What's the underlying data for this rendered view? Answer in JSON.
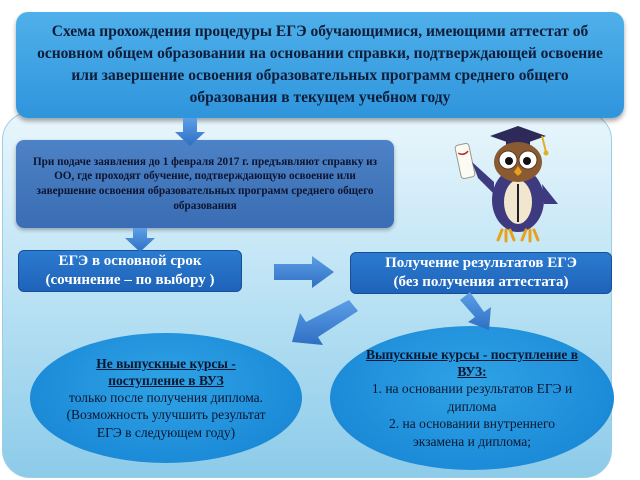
{
  "title": "Схема прохождения процедуры ЕГЭ обучающимися, имеющими аттестат об основном общем образовании на основании справки, подтверждающей освоение или завершение освоения образовательных программ среднего общего образования в текущем учебном году",
  "condition": "При подаче заявления до 1 февраля 2017 г. предъявляют справку из ОО, где проходят обучение, подтверждающую освоение или завершение освоения образовательных программ среднего общего образования",
  "exam": {
    "line1": "ЕГЭ в основной срок",
    "line2": "(сочинение – по выбору )"
  },
  "results": {
    "line1": "Получение результатов ЕГЭ",
    "line2": "(без получения аттестата)"
  },
  "non_graduate": {
    "heading": "Не выпускные курсы - поступление в ВУЗ",
    "text": "только после получения диплома. (Возможность улучшить результат ЕГЭ в следующем году)"
  },
  "graduate": {
    "heading": "Выпускные курсы - поступление в ВУЗ:",
    "item1": "1. на основании результатов ЕГЭ и диплома",
    "item2": "2. на основании внутреннего экзамена и диплома;"
  },
  "colors": {
    "title_box": "#3aa2e4",
    "condition_box": "#4477bd",
    "step_box": "#2470c6",
    "ellipse": "#2196dc",
    "arrow": "#3b82d6"
  }
}
